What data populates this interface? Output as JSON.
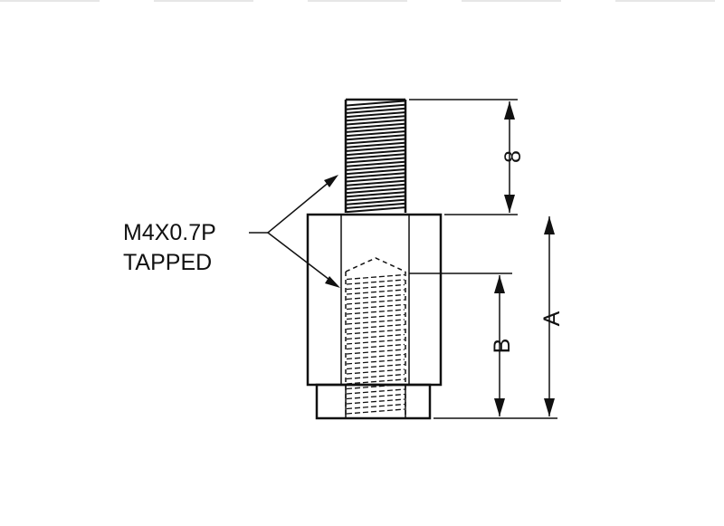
{
  "callout": {
    "line1": "M4X0.7P",
    "line2": "TAPPED"
  },
  "dimensions": {
    "stud_length": "8",
    "body_length": "A",
    "thread_depth": "B"
  },
  "colors": {
    "ink": "#111111",
    "background": "#ffffff"
  }
}
